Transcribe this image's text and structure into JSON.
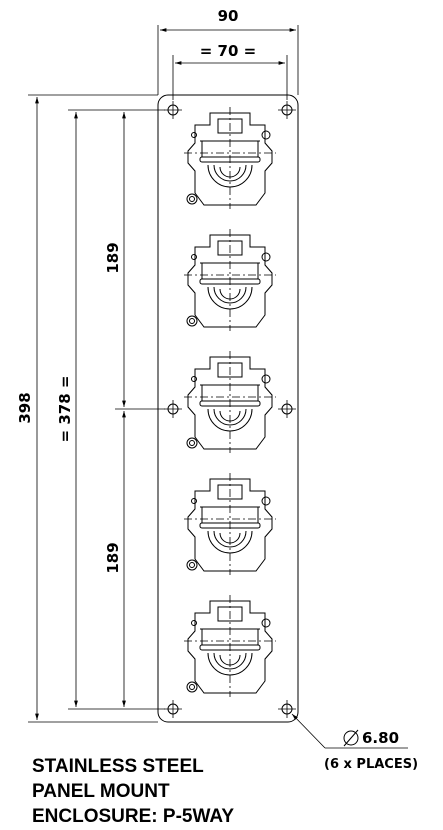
{
  "dimensions": {
    "overall_width": "90",
    "hole_spacing_width": "= 70 =",
    "overall_height": "398",
    "hole_spacing_height": "= 378 =",
    "upper_pitch": "189",
    "lower_pitch": "189"
  },
  "hole_callout": {
    "diameter": "6.80",
    "places": "(6 x PLACES)"
  },
  "title_block": {
    "line1": "STAINLESS STEEL",
    "line2": "PANEL MOUNT",
    "line3": "ENCLOSURE: P-5WAY"
  },
  "outlets": [
    {
      "id": 1
    },
    {
      "id": 2
    },
    {
      "id": 3
    },
    {
      "id": 4
    },
    {
      "id": 5
    }
  ]
}
